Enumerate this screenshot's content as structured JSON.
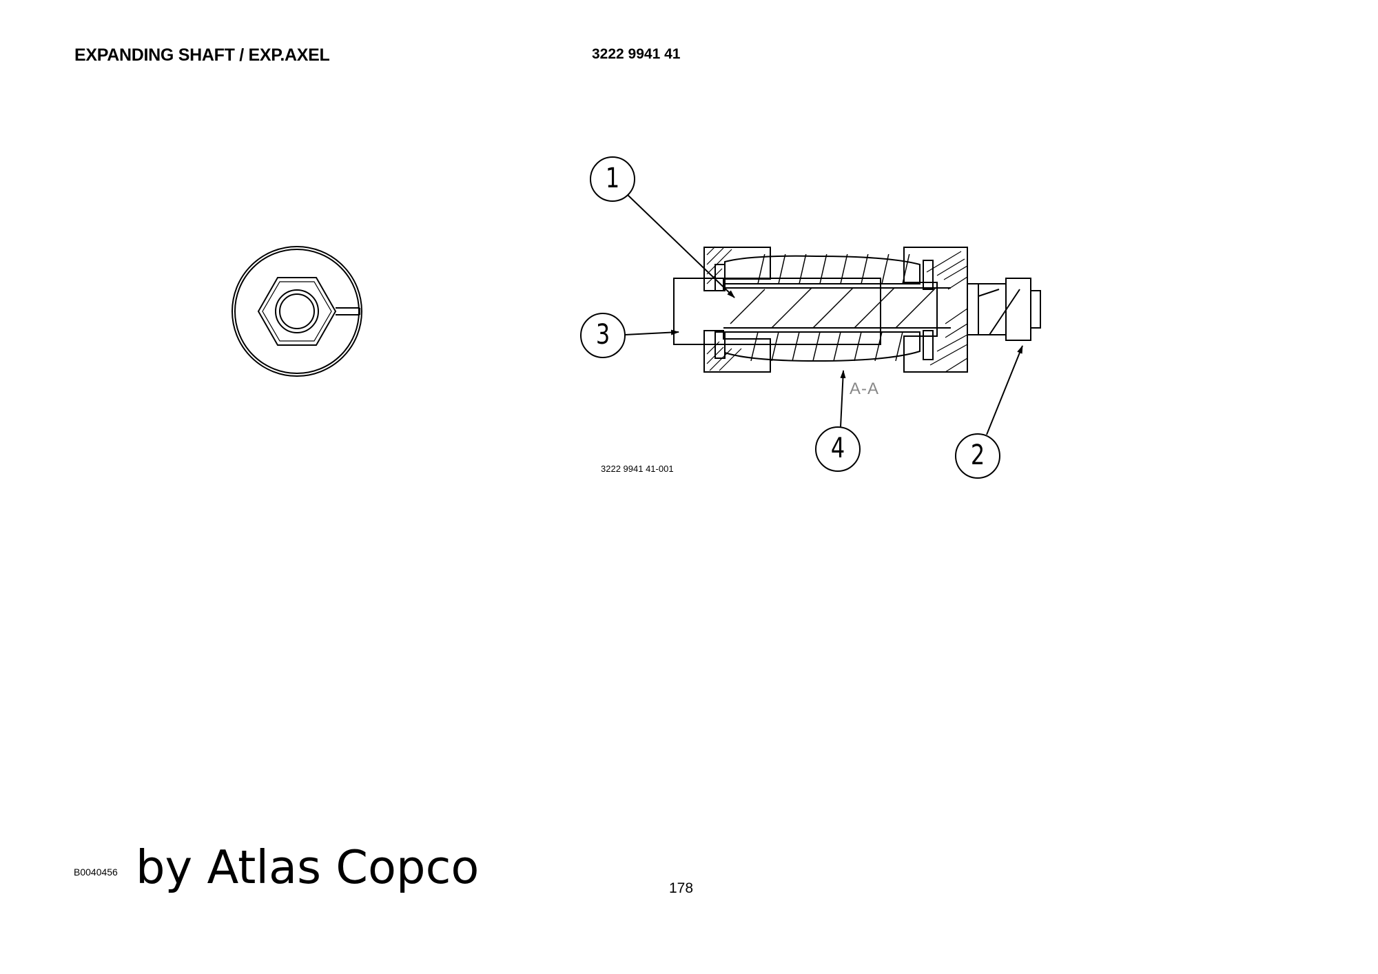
{
  "header": {
    "title": "EXPANDING SHAFT / EXP.AXEL",
    "part_number": "3222 9941 41"
  },
  "drawing": {
    "drawing_id": "3222 9941 41-001",
    "section_label": "A-A",
    "callouts": [
      "1",
      "2",
      "3",
      "4"
    ]
  },
  "footer": {
    "doc_code": "B0040456",
    "brand": "by Atlas Copco",
    "page_number": "178"
  }
}
